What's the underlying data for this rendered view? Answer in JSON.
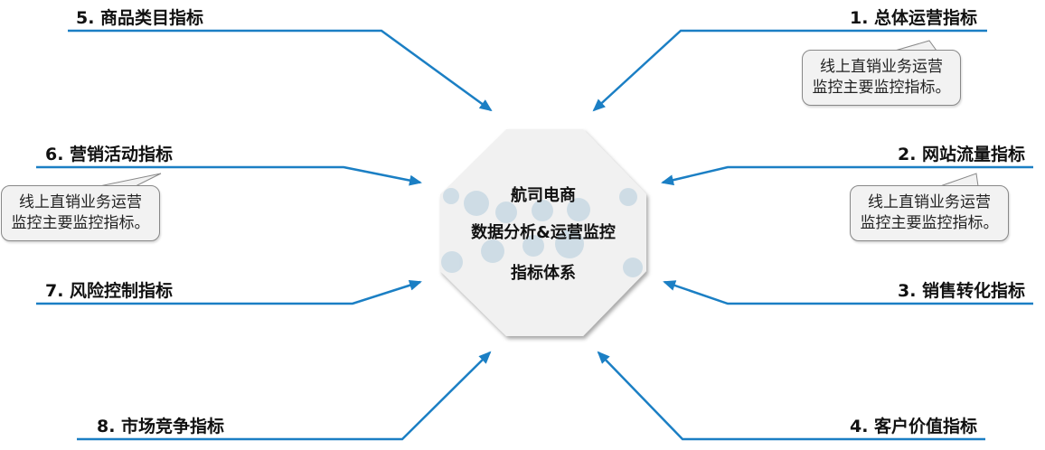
{
  "center": {
    "line1": "航司电商",
    "line2": "数据分析&运营监控",
    "line3": "指标体系"
  },
  "items": [
    {
      "label": "1. 总体运营指标"
    },
    {
      "label": "2. 网站流量指标"
    },
    {
      "label": "3. 销售转化指标"
    },
    {
      "label": "4. 客户价值指标"
    },
    {
      "label": "5. 商品类目指标"
    },
    {
      "label": "6. 营销活动指标"
    },
    {
      "label": "7. 风险控制指标"
    },
    {
      "label": "8. 市场竞争指标"
    }
  ],
  "callouts": [
    {
      "line1": "线上直销业务运营",
      "line2": "监控主要监控指标。"
    },
    {
      "line1": "线上直销业务运营",
      "line2": "监控主要监控指标。"
    },
    {
      "line1": "线上直销业务运营",
      "line2": "监控主要监控指标。"
    }
  ],
  "colors": {
    "line": "#1b7fc4",
    "octagon": "#f1f1f1"
  }
}
